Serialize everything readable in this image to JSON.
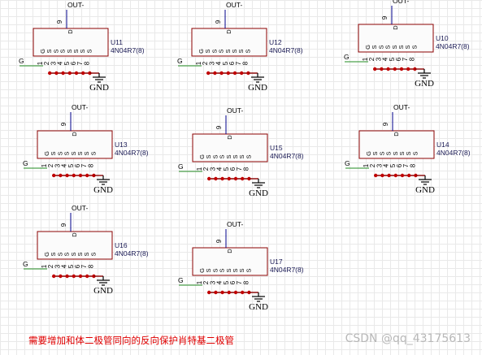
{
  "pins": {
    "drain_num": "9",
    "drain_name": "D",
    "gate_num": "1",
    "gate_name": "G",
    "source_nums": [
      "2",
      "3",
      "4",
      "5",
      "6",
      "7",
      "8"
    ],
    "source_name": "S"
  },
  "components": [
    {
      "ref": "U11",
      "value": "4N04R7(8)",
      "out_net": "OUT-",
      "gate_net": "G",
      "gnd_net": "GND"
    },
    {
      "ref": "U12",
      "value": "4N04R7(8)",
      "out_net": "OUT-",
      "gate_net": "G",
      "gnd_net": "GND"
    },
    {
      "ref": "U10",
      "value": "4N04R7(8)",
      "out_net": "OUT-",
      "gate_net": "G",
      "gnd_net": "GND"
    },
    {
      "ref": "U13",
      "value": "4N04R7(8)",
      "out_net": "OUT-",
      "gate_net": "G",
      "gnd_net": "GND"
    },
    {
      "ref": "U15",
      "value": "4N04R7(8)",
      "out_net": "OUT-",
      "gate_net": "G",
      "gnd_net": "GND"
    },
    {
      "ref": "U14",
      "value": "4N04R7(8)",
      "out_net": "OUT-",
      "gate_net": "G",
      "gnd_net": "GND"
    },
    {
      "ref": "U16",
      "value": "4N04R7(8)",
      "out_net": "OUT-",
      "gate_net": "G",
      "gnd_net": "GND"
    },
    {
      "ref": "U17",
      "value": "4N04R7(8)",
      "out_net": "OUT-",
      "gate_net": "G",
      "gnd_net": "GND"
    }
  ],
  "note": "需要增加和体二极管同向的反向保护肖特基二极管",
  "watermark": "CSDN @qq_43175613",
  "colors": {
    "body_stroke": "#8b0000",
    "pin_line": "#00008b",
    "junction": "#c00000",
    "gate_wire": "#228b22",
    "note_text": "#e00000"
  }
}
